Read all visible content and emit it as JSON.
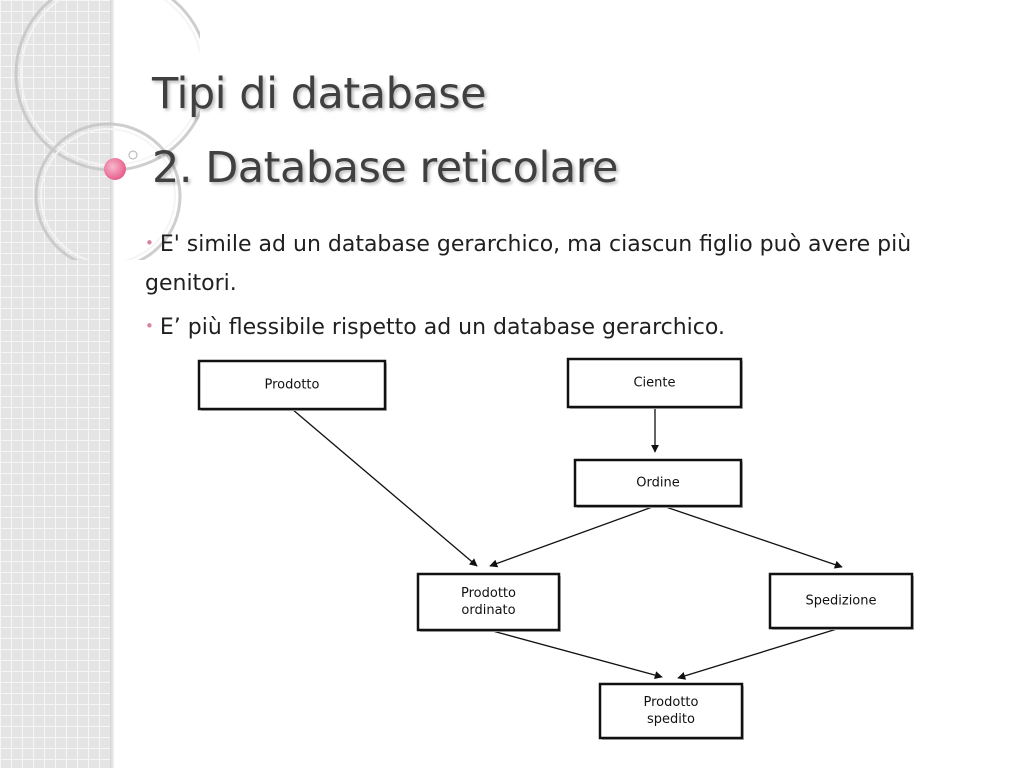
{
  "slide": {
    "title_line1": "Tipi di database",
    "title_line2": "2. Database reticolare",
    "bullets": [
      "E' simile ad un database gerarchico, ma ciascun figlio può avere più genitori.",
      "E’ più flessibile rispetto ad un database gerarchico."
    ],
    "accent_color": "#e75f8c"
  },
  "diagram": {
    "nodes": [
      {
        "id": "prodotto",
        "lines": [
          "Prodotto"
        ]
      },
      {
        "id": "cliente",
        "lines": [
          "Ciente"
        ]
      },
      {
        "id": "ordine",
        "lines": [
          "Ordine"
        ]
      },
      {
        "id": "prodotto-ordinato",
        "lines": [
          "Prodotto",
          "ordinato"
        ]
      },
      {
        "id": "spedizione",
        "lines": [
          "Spedizione"
        ]
      },
      {
        "id": "prodotto-spedito",
        "lines": [
          "Prodotto",
          "spedito"
        ]
      }
    ],
    "edges": [
      {
        "from": "prodotto",
        "to": "prodotto-ordinato"
      },
      {
        "from": "cliente",
        "to": "ordine"
      },
      {
        "from": "ordine",
        "to": "prodotto-ordinato"
      },
      {
        "from": "ordine",
        "to": "spedizione"
      },
      {
        "from": "prodotto-ordinato",
        "to": "prodotto-spedito"
      },
      {
        "from": "spedizione",
        "to": "prodotto-spedito"
      }
    ]
  }
}
